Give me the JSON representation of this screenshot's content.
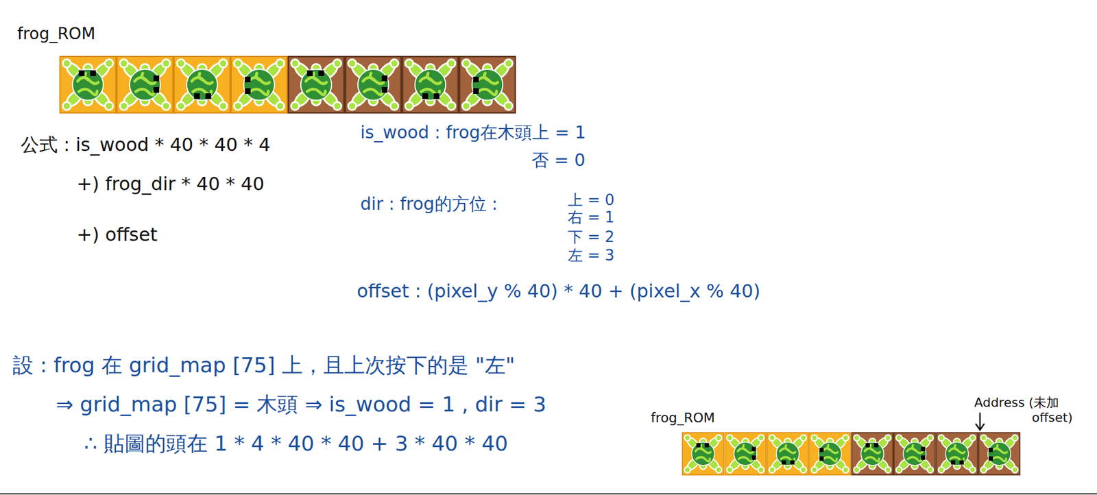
{
  "diagram": {
    "labels": [
      "frog_ROM",
      "公式 : is_wood * 40 * 40 * 4",
      "+) frog_dir * 40 * 40",
      "+) offset",
      "is_wood : frog在木頭上 = 1",
      "否 = 0",
      "dir : frog的方位 :",
      "上 = 0",
      "右 = 1",
      "下 = 2",
      "左 = 3",
      "offset : (pixel_y % 40) * 40 + (pixel_x % 40)",
      "設 : frog 在 grid_map [75] 上，且上次按下的是 \"左\"",
      "⇒ grid_map [75] = 木頭 ⇒ is_wood = 1 , dir = 3",
      "∴ 貼圖的頭在 1 * 4 * 40 * 40 + 3 * 40 * 40",
      "frog_ROM",
      "Address (未加 offset)"
    ]
  }
}
